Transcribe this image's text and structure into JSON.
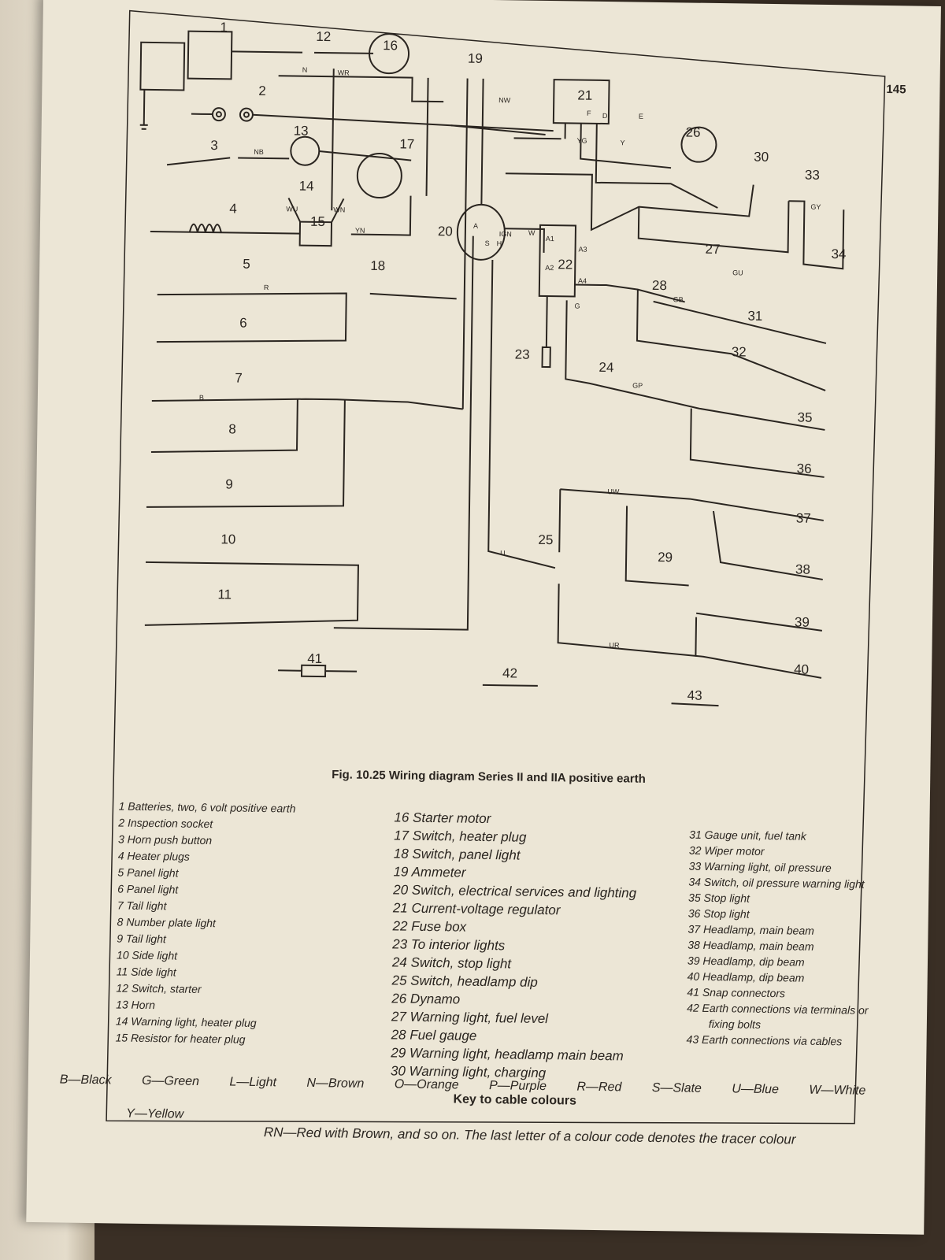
{
  "page_number": "145",
  "caption": "Fig. 10.25 Wiring diagram Series II and IIA positive earth",
  "component_numbers": [
    "1",
    "2",
    "3",
    "4",
    "5",
    "6",
    "7",
    "8",
    "9",
    "10",
    "11",
    "12",
    "13",
    "14",
    "15",
    "16",
    "17",
    "18",
    "19",
    "20",
    "21",
    "22",
    "23",
    "24",
    "25",
    "26",
    "27",
    "28",
    "29",
    "30",
    "31",
    "32",
    "33",
    "34",
    "35",
    "36",
    "37",
    "38",
    "39",
    "40",
    "41",
    "42",
    "43"
  ],
  "wire_labels": {
    "n": "N",
    "nw": "NW",
    "nb": "NB",
    "wr": "WR",
    "yn": "YN",
    "wu": "WU",
    "wn": "WN",
    "r": "R",
    "b": "B",
    "yg": "YG",
    "y": "Y",
    "g": "G",
    "gb": "GB",
    "gp": "GP",
    "w": "W",
    "gu": "GU",
    "gy": "GY",
    "u": "U",
    "uw": "UW",
    "ur": "UR",
    "ign": "IGN",
    "a": "A",
    "s": "S",
    "h": "H",
    "a1": "A1",
    "a2": "A2",
    "a3": "A3",
    "a4": "A4",
    "d": "D",
    "f": "F",
    "e": "E"
  },
  "legend": {
    "col1": [
      "1  Batteries, two, 6 volt positive earth",
      "2  Inspection socket",
      "3  Horn push button",
      "4  Heater plugs",
      "5  Panel light",
      "6  Panel light",
      "7  Tail light",
      "8  Number plate light",
      "9  Tail light",
      "10 Side light",
      "11 Side light",
      "12 Switch, starter",
      "13 Horn",
      "14 Warning light, heater plug",
      "15 Resistor for heater plug"
    ],
    "col2": [
      "16 Starter motor",
      "17 Switch, heater plug",
      "18 Switch, panel light",
      "19 Ammeter",
      "20 Switch, electrical services and lighting",
      "21 Current-voltage regulator",
      "22 Fuse box",
      "23 To interior lights",
      "24 Switch, stop light",
      "25 Switch, headlamp dip",
      "26 Dynamo",
      "27 Warning light, fuel level",
      "28 Fuel gauge",
      "29 Warning light, headlamp main beam",
      "30 Warning light, charging"
    ],
    "col3": [
      "31 Gauge unit, fuel tank",
      "32 Wiper motor",
      "33 Warning light, oil pressure",
      "34 Switch, oil pressure warning light",
      "35 Stop light",
      "36 Stop light",
      "37 Headlamp, main beam",
      "38 Headlamp, main beam",
      "39 Headlamp, dip beam",
      "40 Headlamp, dip beam",
      "41 Snap connectors",
      "42 Earth connections via terminals or",
      "fixing bolts",
      "43 Earth connections via cables"
    ]
  },
  "key": {
    "title": "Key to cable colours",
    "row1": [
      "B—Black",
      "G—Green",
      "L—Light",
      "N—Brown",
      "O—Orange",
      "P—Purple",
      "R—Red",
      "S—Slate",
      "U—Blue",
      "W—White"
    ],
    "row2": [
      "Y—Yellow"
    ],
    "note": "RN—Red with Brown, and so on. The last letter of a colour code denotes the tracer colour"
  },
  "colors": {
    "ink": "#2a2520",
    "paper": "#ece6d6",
    "background": "#3a2f25"
  }
}
